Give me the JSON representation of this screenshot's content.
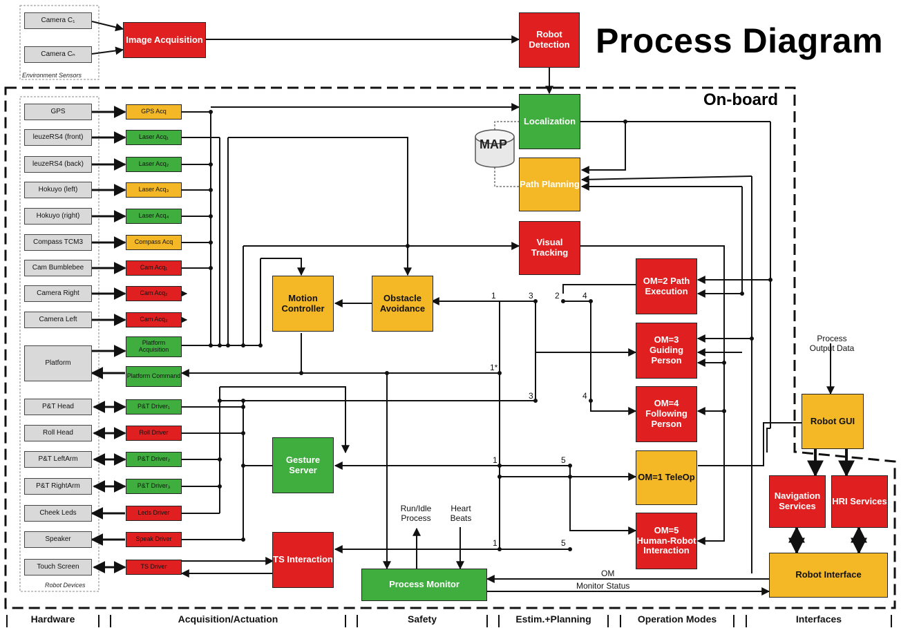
{
  "title": "Process Diagram",
  "onboard_label": "On-board",
  "environment_sensors_label": "Environment Sensors",
  "robot_devices_label": "Robot Devices",
  "cameras": [
    "Camera C₁",
    "Camera Cₙ"
  ],
  "top_nodes": {
    "image_acquisition": "Image Acquisition",
    "robot_detection": "Robot Detection"
  },
  "hardware": [
    "GPS",
    "leuzeRS4 (front)",
    "leuzeRS4 (back)",
    "Hokuyo (left)",
    "Hokuyo (right)",
    "Compass TCM3",
    "Cam Bumblebee",
    "Camera Right",
    "Camera Left",
    "Platform",
    "P&T Head",
    "Roll Head",
    "P&T LeftArm",
    "P&T RightArm",
    "Cheek Leds",
    "Speaker",
    "Touch Screen"
  ],
  "acquisition": [
    "GPS Acq",
    "Laser Acq₁",
    "Laser Acq₂",
    "Laser Acq₃",
    "Laser Acq₄",
    "Compass Acq",
    "Cam Acq₁",
    "Cam Acq₂",
    "Cam Acq₃",
    "Platform Acquisition",
    "Platform Command",
    "P&T Driver₁",
    "Roll Driver",
    "P&T Driver₂",
    "P&T Driver₃",
    "Leds Driver",
    "Speak Driver",
    "TS Driver"
  ],
  "processes": {
    "localization": "Localization",
    "map": "MAP",
    "path_planning": "Path Planning",
    "visual_tracking": "Visual Tracking",
    "motion_controller": "Motion Controller",
    "obstacle_avoidance": "Obstacle Avoidance",
    "gesture_server": "Gesture Server",
    "ts_interaction": "TS Interaction",
    "process_monitor": "Process Monitor",
    "om2": "OM=2 Path Execution",
    "om3": "OM=3 Guiding Person",
    "om4": "OM=4 Following Person",
    "om1": "OM=1 TeleOp",
    "om5": "OM=5 Human-Robot Interaction",
    "robot_gui": "Robot GUI",
    "navigation_services": "Navigation Services",
    "hri_services": "HRI Services",
    "robot_interface": "Robot Interface"
  },
  "annotations": {
    "process_output_data": "Process Output Data",
    "run_idle": "Run/Idle Process",
    "heart_beats": "Heart Beats",
    "om": "OM",
    "monitor_status": "Monitor Status",
    "n1": "1",
    "n2": "2",
    "n3": "3",
    "n4": "4",
    "n5": "5",
    "n1s": "1*"
  },
  "footer": [
    "Hardware",
    "Acquisition/Actuation",
    "Safety",
    "Estim.+Planning",
    "Operation Modes",
    "Interfaces"
  ],
  "colors": {
    "red": "#e02020",
    "green": "#3fae3f",
    "orange": "#f4b827",
    "gray": "#d9d9d9"
  }
}
